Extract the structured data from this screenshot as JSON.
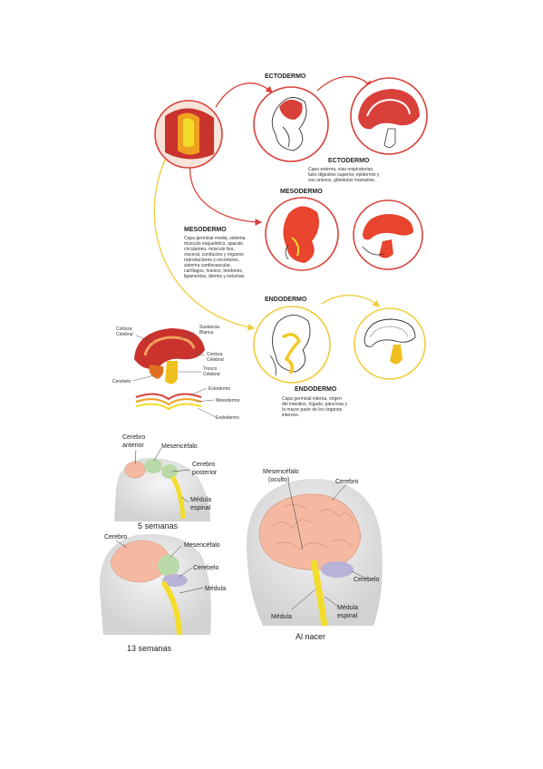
{
  "germ_layers": {
    "ectodermo": {
      "title_top": "ECTODERMO",
      "title_side": "ECTODERMO",
      "description": [
        "Capa externa, vías respiratorias,",
        "tubo digestivo superior, epidermis y",
        "sus anexos, glándulas mamarias."
      ],
      "color": "#d9403a"
    },
    "mesodermo": {
      "title_top": "MESODERMO",
      "title_side": "MESODERMO",
      "description": [
        "Capa germinal media, sistema",
        "músculo esquelético, aparato",
        "circulatorio, músculo liso,",
        "visceral, conductos y órganos",
        "reproductores y excretores,",
        "sistema cardiovascular,",
        "cartílagos, huesos, tendones,",
        "ligamentos, dermis y estomas."
      ],
      "color": "#d9403a"
    },
    "endodermo": {
      "title_top": "ENDODERMO",
      "title_side": "ENDODERMO",
      "description": [
        "Capa germinal interna, origen",
        "del intestino, hígado, páncreas y",
        "la mayor parte de los órganos",
        "internos."
      ],
      "color": "#f0cc3a"
    }
  },
  "brain_section_labels": {
    "corteza_celebral_top": [
      "Corteza",
      "Celebral"
    ],
    "sustancia_blanca": [
      "Sustancia",
      "Blanca"
    ],
    "corteza_celebral_mid": [
      "Corteza",
      "Celebral"
    ],
    "tronco_celebral": [
      "Tronco",
      "Celebral"
    ],
    "cerebelo": "Cerebelo",
    "ectodermo": "Ectodermo",
    "mesodermo": "Mesodermo",
    "endodermo": "Endodermo"
  },
  "stage_5_weeks": {
    "caption": "5 semanas",
    "labels": {
      "cerebro_anterior": [
        "Cerebro",
        "anterior"
      ],
      "mesencefalo": "Mesencéfalo",
      "cerebro_posterior": [
        "Cerebro",
        "posterior"
      ],
      "medula_espinal": [
        "Médula",
        "espinal"
      ]
    }
  },
  "stage_13_weeks": {
    "caption": "13 semanas",
    "labels": {
      "cerebro": "Cerebro",
      "mesencefalo": "Mesencéfalo",
      "cerebelo": "Cerebelo",
      "medula": "Médula"
    }
  },
  "stage_birth": {
    "caption": "Al nacer",
    "labels": {
      "mesencefalo_oculto": [
        "Mesencéfalo",
        "(oculto)"
      ],
      "cerebro": "Cerebro",
      "cerebelo": "Cerebelo",
      "medula": "Médula",
      "medula_espinal": [
        "Médula",
        "espinal"
      ]
    }
  },
  "colors": {
    "red_ring": "#d9403a",
    "yellow_ring": "#f0cc3a",
    "cerebrum": "#f5b9a2",
    "midbrain": "#b9d9a8",
    "cerebellum": "#b9b2d8",
    "spinal": "#f3dd2a"
  }
}
